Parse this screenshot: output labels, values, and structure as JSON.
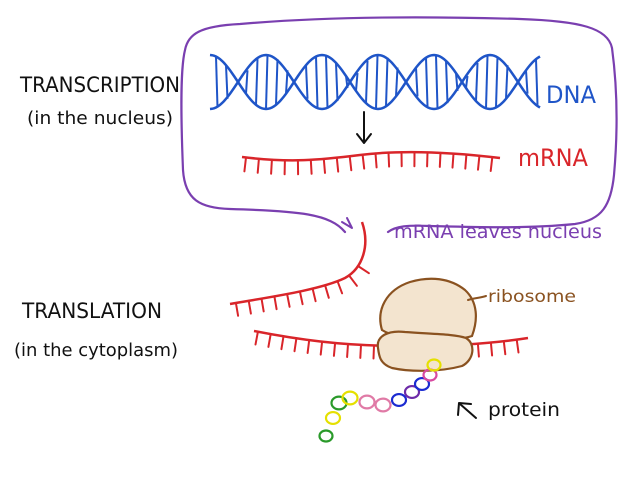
{
  "labels": {
    "transcription": "TRANSCRIPTION",
    "transcription_location": "(in the nucleus)",
    "translation": "TRANSLATION",
    "translation_location": "(in the cytoplasm)",
    "dna": "DNA",
    "mrna": "mRNA",
    "mrna_leaves": "mRNA leaves nucleus",
    "ribosome": "ribosome",
    "protein": "protein"
  },
  "colors": {
    "ink": "#111111",
    "dna": "#1f55c8",
    "mrna": "#d9252a",
    "nucleus": "#7a3fb0",
    "ribosome": "#8a5220",
    "ribosome_fill": "#f3e4cf"
  },
  "protein_beads": [
    "#2a9a2a",
    "#e5e000",
    "#2a9a2a",
    "#e5e000",
    "#e07aa6",
    "#e07aa6",
    "#1b2bd1",
    "#6d2aa8",
    "#1b2bd1",
    "#d84aa0",
    "#e5e000"
  ]
}
